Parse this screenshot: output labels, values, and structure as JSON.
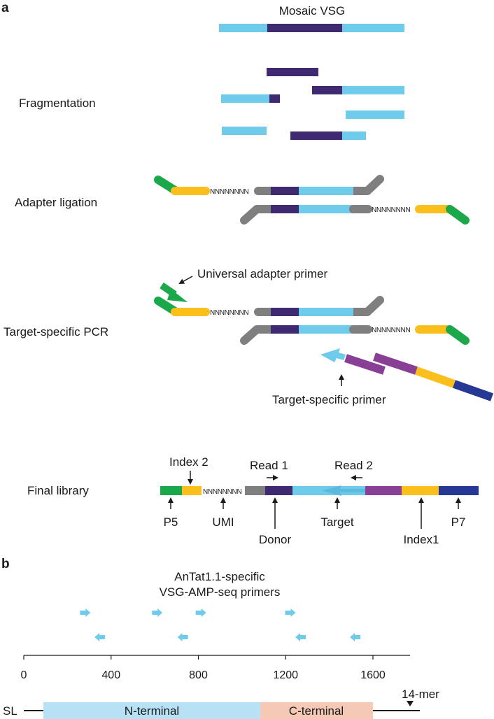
{
  "colors": {
    "light_blue": "#6ecbea",
    "dark_purple": "#3f2a72",
    "green": "#1aa84a",
    "yellow": "#fbbf1c",
    "grey": "#7f7f7f",
    "purple": "#8a3f97",
    "navy": "#253893",
    "n_term_fill": "#b7e2f5",
    "c_term_fill": "#f6c8b6"
  },
  "panel_a": {
    "letter": "a",
    "mosaic_title": "Mosaic VSG",
    "fragmentation": "Fragmentation",
    "adapter_ligation": "Adapter ligation",
    "target_pcr": "Target-specific PCR",
    "universal_primer": "Universal adapter primer",
    "target_primer": "Target-specific primer",
    "umi_ns": "NNNNNNNN",
    "final_library": {
      "title": "Final library",
      "index2": "Index 2",
      "read1": "Read 1",
      "read2": "Read 2",
      "p5": "P5",
      "umi": "UMI",
      "donor": "Donor",
      "target": "Target",
      "index1": "Index1",
      "p7": "P7"
    }
  },
  "panel_b": {
    "letter": "b",
    "title_line1": "AnTat1.1-specific",
    "title_line2": "VSG-AMP-seq primers",
    "axis_ticks": [
      "0",
      "400",
      "800",
      "1200",
      "1600"
    ],
    "forward_primers": [
      280,
      610,
      810,
      1220
    ],
    "reverse_primers": [
      350,
      730,
      1270,
      1520
    ],
    "sl": "SL",
    "n_terminal": "N-terminal",
    "c_terminal": "C-terminal",
    "mer14": "14-mer"
  }
}
